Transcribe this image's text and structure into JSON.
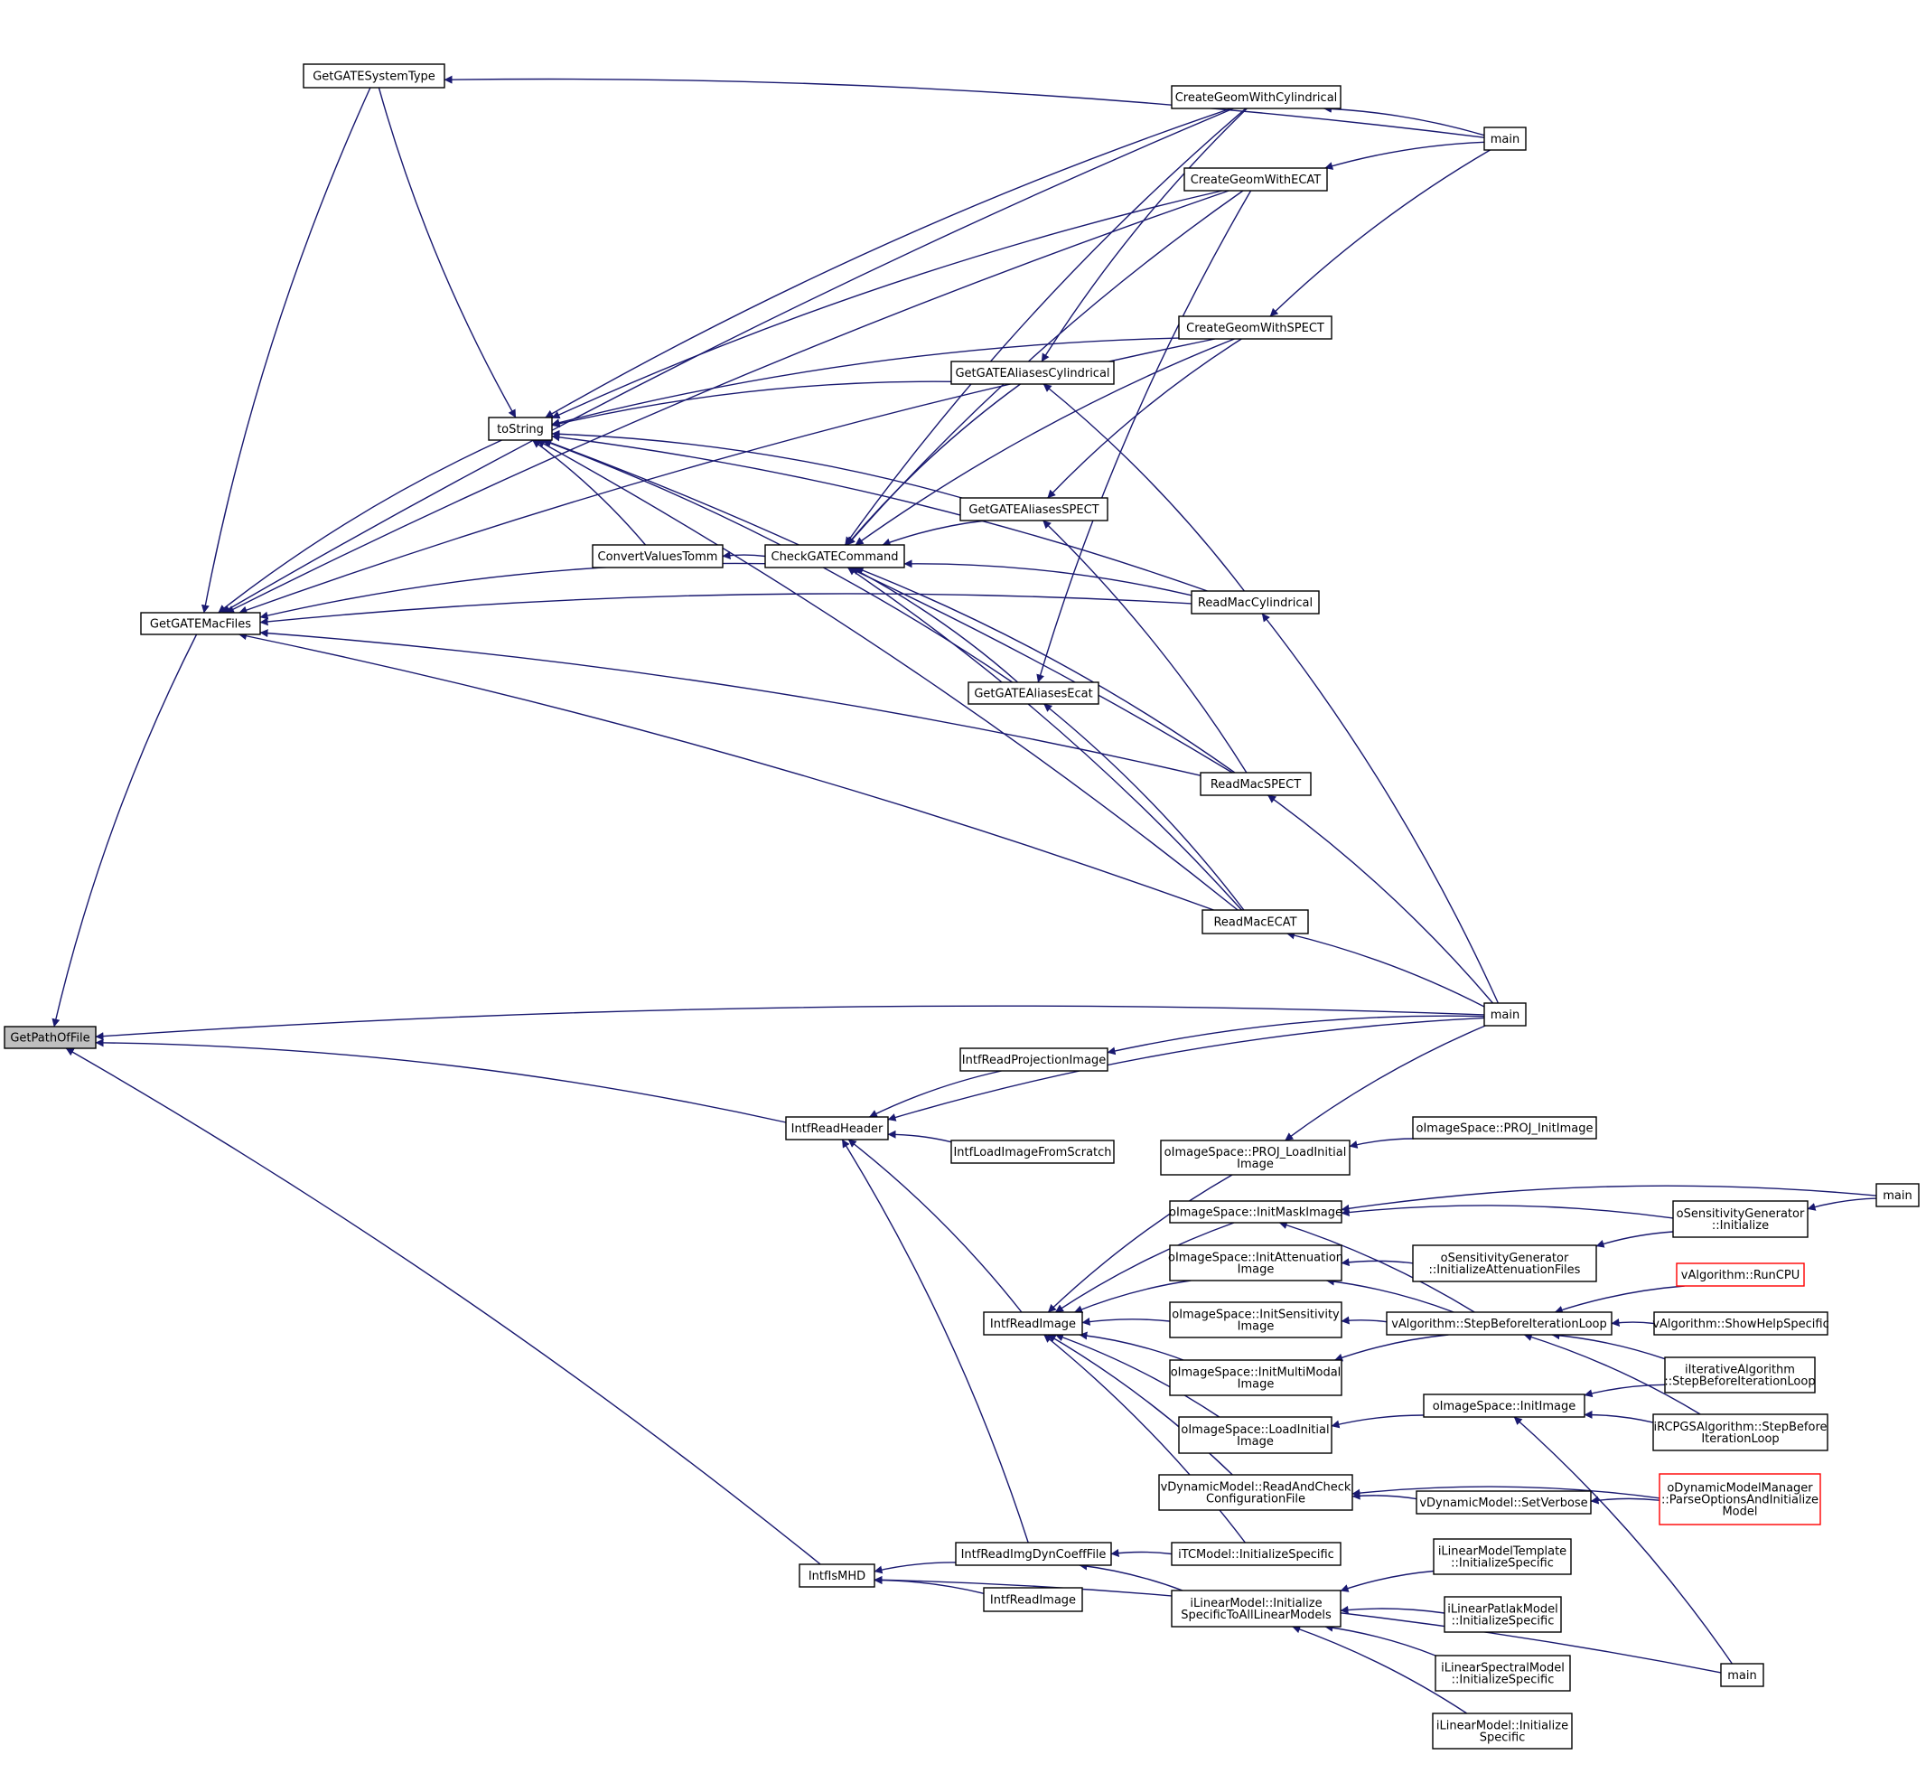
{
  "diagram": {
    "colors": {
      "edge": "#191970",
      "node_border": "#000000",
      "node_fill": "#ffffff",
      "focus_fill": "#bfbfbf",
      "truncated_border": "#ff0000"
    },
    "nodes": [
      {
        "id": "getpathoffile",
        "lines": [
          "GetPathOfFile"
        ],
        "style": "focus"
      },
      {
        "id": "getgatemacfiles",
        "lines": [
          "GetGATEMacFiles"
        ]
      },
      {
        "id": "getgatesystemtype",
        "lines": [
          "GetGATESystemType"
        ]
      },
      {
        "id": "tostring",
        "lines": [
          "toString"
        ]
      },
      {
        "id": "convertvaluestomm",
        "lines": [
          "ConvertValuesTomm"
        ]
      },
      {
        "id": "checkgatecommand",
        "lines": [
          "CheckGATECommand"
        ]
      },
      {
        "id": "creategeomwithcylindrical",
        "lines": [
          "CreateGeomWithCylindrical"
        ]
      },
      {
        "id": "creategeomwithecat",
        "lines": [
          "CreateGeomWithECAT"
        ]
      },
      {
        "id": "creategeomwithspect",
        "lines": [
          "CreateGeomWithSPECT"
        ]
      },
      {
        "id": "getgatealiasescylindrical",
        "lines": [
          "GetGATEAliasesCylindrical"
        ]
      },
      {
        "id": "getgatealiasesspect",
        "lines": [
          "GetGATEAliasesSPECT"
        ]
      },
      {
        "id": "getgatealiasesecat",
        "lines": [
          "GetGATEAliasesEcat"
        ]
      },
      {
        "id": "readmaccylindrical",
        "lines": [
          "ReadMacCylindrical"
        ]
      },
      {
        "id": "readmacspect",
        "lines": [
          "ReadMacSPECT"
        ]
      },
      {
        "id": "readmacecat",
        "lines": [
          "ReadMacECAT"
        ]
      },
      {
        "id": "main1",
        "lines": [
          "main"
        ]
      },
      {
        "id": "main2",
        "lines": [
          "main"
        ]
      },
      {
        "id": "intfreadheader",
        "lines": [
          "IntfReadHeader"
        ]
      },
      {
        "id": "intfreadprojectionimage",
        "lines": [
          "IntfReadProjectionImage"
        ]
      },
      {
        "id": "intfloadimagefromscratch",
        "lines": [
          "IntfLoadImageFromScratch"
        ]
      },
      {
        "id": "intfreadimage",
        "lines": [
          "IntfReadImage"
        ]
      },
      {
        "id": "intfismhd",
        "lines": [
          "IntfIsMHD"
        ]
      },
      {
        "id": "intfreadimgdyncoefffile",
        "lines": [
          "IntfReadImgDynCoeffFile"
        ]
      },
      {
        "id": "intfreadimage2",
        "lines": [
          "IntfReadImage"
        ]
      },
      {
        "id": "proj_loadinitialimage",
        "lines": [
          "oImageSpace::PROJ_LoadInitial",
          "Image"
        ]
      },
      {
        "id": "proj_initimage",
        "lines": [
          "oImageSpace::PROJ_InitImage"
        ]
      },
      {
        "id": "initmaskimage",
        "lines": [
          "oImageSpace::InitMaskImage"
        ]
      },
      {
        "id": "initattenuationimage",
        "lines": [
          "oImageSpace::InitAttenuation",
          "Image"
        ]
      },
      {
        "id": "initsensitivityimage",
        "lines": [
          "oImageSpace::InitSensitivity",
          "Image"
        ]
      },
      {
        "id": "initmultimodalimage",
        "lines": [
          "oImageSpace::InitMultiModal",
          "Image"
        ]
      },
      {
        "id": "loadinitialimage",
        "lines": [
          "oImageSpace::LoadInitial",
          "Image"
        ]
      },
      {
        "id": "readandcheckconfigurationfile",
        "lines": [
          "vDynamicModel::ReadAndCheck",
          "ConfigurationFile"
        ]
      },
      {
        "id": "itcmodel_initializespecific",
        "lines": [
          "iTCModel::InitializeSpecific"
        ]
      },
      {
        "id": "ilinearmodel_initializespecifictoall",
        "lines": [
          "iLinearModel::Initialize",
          "SpecificToAllLinearModels"
        ]
      },
      {
        "id": "osensgen_initattenuationfiles",
        "lines": [
          "oSensitivityGenerator",
          "::InitializeAttenuationFiles"
        ]
      },
      {
        "id": "osensgen_initialize",
        "lines": [
          "oSensitivityGenerator",
          "::Initialize"
        ]
      },
      {
        "id": "main3",
        "lines": [
          "main"
        ]
      },
      {
        "id": "valgorithm_stepbeforeiterationloop",
        "lines": [
          "vAlgorithm::StepBeforeIterationLoop"
        ]
      },
      {
        "id": "valgorithm_runcpu",
        "lines": [
          "vAlgorithm::RunCPU"
        ],
        "style": "truncated"
      },
      {
        "id": "valgorithm_showhelpspecific",
        "lines": [
          "vAlgorithm::ShowHelpSpecific"
        ]
      },
      {
        "id": "iiterativealgorithm_step",
        "lines": [
          "iIterativeAlgorithm",
          "::StepBeforeIterationLoop"
        ]
      },
      {
        "id": "oimagespace_initimage",
        "lines": [
          "oImageSpace::InitImage"
        ]
      },
      {
        "id": "ircpgs_step",
        "lines": [
          "iRCPGSAlgorithm::StepBefore",
          "IterationLoop"
        ]
      },
      {
        "id": "vdynamicmodel_setverbose",
        "lines": [
          "vDynamicModel::SetVerbose"
        ]
      },
      {
        "id": "odynamicmodelmanager",
        "lines": [
          "oDynamicModelManager",
          "::ParseOptionsAndInitialize",
          "Model"
        ],
        "style": "truncated"
      },
      {
        "id": "ilinearmodeltemplate",
        "lines": [
          "iLinearModelTemplate",
          "::InitializeSpecific"
        ]
      },
      {
        "id": "ilinearpatlakmodel",
        "lines": [
          "iLinearPatlakModel",
          "::InitializeSpecific"
        ]
      },
      {
        "id": "ilinearspectralmodel",
        "lines": [
          "iLinearSpectralModel",
          "::InitializeSpecific"
        ]
      },
      {
        "id": "ilinearmodel_initializespecific",
        "lines": [
          "iLinearModel::Initialize",
          "Specific"
        ]
      },
      {
        "id": "main4",
        "lines": [
          "main"
        ]
      }
    ],
    "edges": [
      {
        "callee": "getpathoffile",
        "caller": "getgatemacfiles"
      },
      {
        "callee": "getpathoffile",
        "caller": "main2"
      },
      {
        "callee": "getpathoffile",
        "caller": "intfreadheader"
      },
      {
        "callee": "getpathoffile",
        "caller": "intfismhd"
      },
      {
        "callee": "getgatemacfiles",
        "caller": "getgatesystemtype"
      },
      {
        "callee": "getgatemacfiles",
        "caller": "tostring"
      },
      {
        "callee": "getgatemacfiles",
        "caller": "checkgatecommand"
      },
      {
        "callee": "getgatemacfiles",
        "caller": "creategeomwithcylindrical"
      },
      {
        "callee": "getgatemacfiles",
        "caller": "creategeomwithecat"
      },
      {
        "callee": "getgatemacfiles",
        "caller": "creategeomwithspect"
      },
      {
        "callee": "getgatemacfiles",
        "caller": "readmaccylindrical"
      },
      {
        "callee": "getgatemacfiles",
        "caller": "readmacspect"
      },
      {
        "callee": "getgatemacfiles",
        "caller": "readmacecat"
      },
      {
        "callee": "getgatesystemtype",
        "caller": "main1"
      },
      {
        "callee": "tostring",
        "caller": "getgatesystemtype"
      },
      {
        "callee": "tostring",
        "caller": "creategeomwithcylindrical"
      },
      {
        "callee": "tostring",
        "caller": "creategeomwithecat"
      },
      {
        "callee": "tostring",
        "caller": "creategeomwithspect"
      },
      {
        "callee": "tostring",
        "caller": "getgatealiasescylindrical"
      },
      {
        "callee": "tostring",
        "caller": "getgatealiasesspect"
      },
      {
        "callee": "tostring",
        "caller": "getgatealiasesecat"
      },
      {
        "callee": "tostring",
        "caller": "readmaccylindrical"
      },
      {
        "callee": "tostring",
        "caller": "readmacspect"
      },
      {
        "callee": "tostring",
        "caller": "readmacecat"
      },
      {
        "callee": "tostring",
        "caller": "convertvaluestomm"
      },
      {
        "callee": "convertvaluestomm",
        "caller": "checkgatecommand"
      },
      {
        "callee": "checkgatecommand",
        "caller": "creategeomwithcylindrical"
      },
      {
        "callee": "checkgatecommand",
        "caller": "creategeomwithecat"
      },
      {
        "callee": "checkgatecommand",
        "caller": "creategeomwithspect"
      },
      {
        "callee": "checkgatecommand",
        "caller": "getgatealiasescylindrical"
      },
      {
        "callee": "checkgatecommand",
        "caller": "getgatealiasesspect"
      },
      {
        "callee": "checkgatecommand",
        "caller": "getgatealiasesecat"
      },
      {
        "callee": "checkgatecommand",
        "caller": "readmaccylindrical"
      },
      {
        "callee": "checkgatecommand",
        "caller": "readmacspect"
      },
      {
        "callee": "checkgatecommand",
        "caller": "readmacecat"
      },
      {
        "callee": "creategeomwithcylindrical",
        "caller": "main1"
      },
      {
        "callee": "creategeomwithecat",
        "caller": "main1"
      },
      {
        "callee": "creategeomwithspect",
        "caller": "main1"
      },
      {
        "callee": "getgatealiasescylindrical",
        "caller": "creategeomwithcylindrical"
      },
      {
        "callee": "getgatealiasescylindrical",
        "caller": "readmaccylindrical"
      },
      {
        "callee": "getgatealiasesspect",
        "caller": "creategeomwithspect"
      },
      {
        "callee": "getgatealiasesspect",
        "caller": "readmacspect"
      },
      {
        "callee": "getgatealiasesecat",
        "caller": "creategeomwithecat"
      },
      {
        "callee": "getgatealiasesecat",
        "caller": "readmacecat"
      },
      {
        "callee": "readmaccylindrical",
        "caller": "main2"
      },
      {
        "callee": "readmacspect",
        "caller": "main2"
      },
      {
        "callee": "readmacecat",
        "caller": "main2"
      },
      {
        "callee": "intfreadheader",
        "caller": "intfreadprojectionimage"
      },
      {
        "callee": "intfreadheader",
        "caller": "main2"
      },
      {
        "callee": "intfreadheader",
        "caller": "intfloadimagefromscratch"
      },
      {
        "callee": "intfreadheader",
        "caller": "intfreadimage"
      },
      {
        "callee": "intfreadheader",
        "caller": "intfreadimgdyncoefffile"
      },
      {
        "callee": "intfreadprojectionimage",
        "caller": "main2"
      },
      {
        "callee": "intfreadimage",
        "caller": "proj_loadinitialimage"
      },
      {
        "callee": "intfreadimage",
        "caller": "initmaskimage"
      },
      {
        "callee": "intfreadimage",
        "caller": "initattenuationimage"
      },
      {
        "callee": "intfreadimage",
        "caller": "initsensitivityimage"
      },
      {
        "callee": "intfreadimage",
        "caller": "initmultimodalimage"
      },
      {
        "callee": "intfreadimage",
        "caller": "loadinitialimage"
      },
      {
        "callee": "intfreadimage",
        "caller": "readandcheckconfigurationfile"
      },
      {
        "callee": "intfreadimage",
        "caller": "itcmodel_initializespecific"
      },
      {
        "callee": "intfismhd",
        "caller": "intfreadimgdyncoefffile"
      },
      {
        "callee": "intfismhd",
        "caller": "intfreadimage2"
      },
      {
        "callee": "intfismhd",
        "caller": "main4"
      },
      {
        "callee": "intfreadimgdyncoefffile",
        "caller": "itcmodel_initializespecific"
      },
      {
        "callee": "intfreadimgdyncoefffile",
        "caller": "ilinearmodel_initializespecifictoall"
      },
      {
        "callee": "proj_loadinitialimage",
        "caller": "main2"
      },
      {
        "callee": "proj_loadinitialimage",
        "caller": "proj_initimage"
      },
      {
        "callee": "initmaskimage",
        "caller": "main3"
      },
      {
        "callee": "initmaskimage",
        "caller": "osensgen_initialize"
      },
      {
        "callee": "initmaskimage",
        "caller": "valgorithm_stepbeforeiterationloop"
      },
      {
        "callee": "initattenuationimage",
        "caller": "osensgen_initattenuationfiles"
      },
      {
        "callee": "initattenuationimage",
        "caller": "valgorithm_stepbeforeiterationloop"
      },
      {
        "callee": "initsensitivityimage",
        "caller": "valgorithm_stepbeforeiterationloop"
      },
      {
        "callee": "initmultimodalimage",
        "caller": "valgorithm_stepbeforeiterationloop"
      },
      {
        "callee": "loadinitialimage",
        "caller": "oimagespace_initimage"
      },
      {
        "callee": "readandcheckconfigurationfile",
        "caller": "vdynamicmodel_setverbose"
      },
      {
        "callee": "readandcheckconfigurationfile",
        "caller": "odynamicmodelmanager"
      },
      {
        "callee": "ilinearmodel_initializespecifictoall",
        "caller": "ilinearmodeltemplate"
      },
      {
        "callee": "ilinearmodel_initializespecifictoall",
        "caller": "ilinearpatlakmodel"
      },
      {
        "callee": "ilinearmodel_initializespecifictoall",
        "caller": "ilinearspectralmodel"
      },
      {
        "callee": "ilinearmodel_initializespecifictoall",
        "caller": "ilinearmodel_initializespecific"
      },
      {
        "callee": "osensgen_initattenuationfiles",
        "caller": "osensgen_initialize"
      },
      {
        "callee": "osensgen_initialize",
        "caller": "main3"
      },
      {
        "callee": "valgorithm_stepbeforeiterationloop",
        "caller": "valgorithm_runcpu"
      },
      {
        "callee": "valgorithm_stepbeforeiterationloop",
        "caller": "valgorithm_showhelpspecific"
      },
      {
        "callee": "valgorithm_stepbeforeiterationloop",
        "caller": "iiterativealgorithm_step"
      },
      {
        "callee": "valgorithm_stepbeforeiterationloop",
        "caller": "ircpgs_step"
      },
      {
        "callee": "oimagespace_initimage",
        "caller": "iiterativealgorithm_step"
      },
      {
        "callee": "oimagespace_initimage",
        "caller": "ircpgs_step"
      },
      {
        "callee": "oimagespace_initimage",
        "caller": "main4"
      },
      {
        "callee": "vdynamicmodel_setverbose",
        "caller": "odynamicmodelmanager"
      }
    ]
  }
}
